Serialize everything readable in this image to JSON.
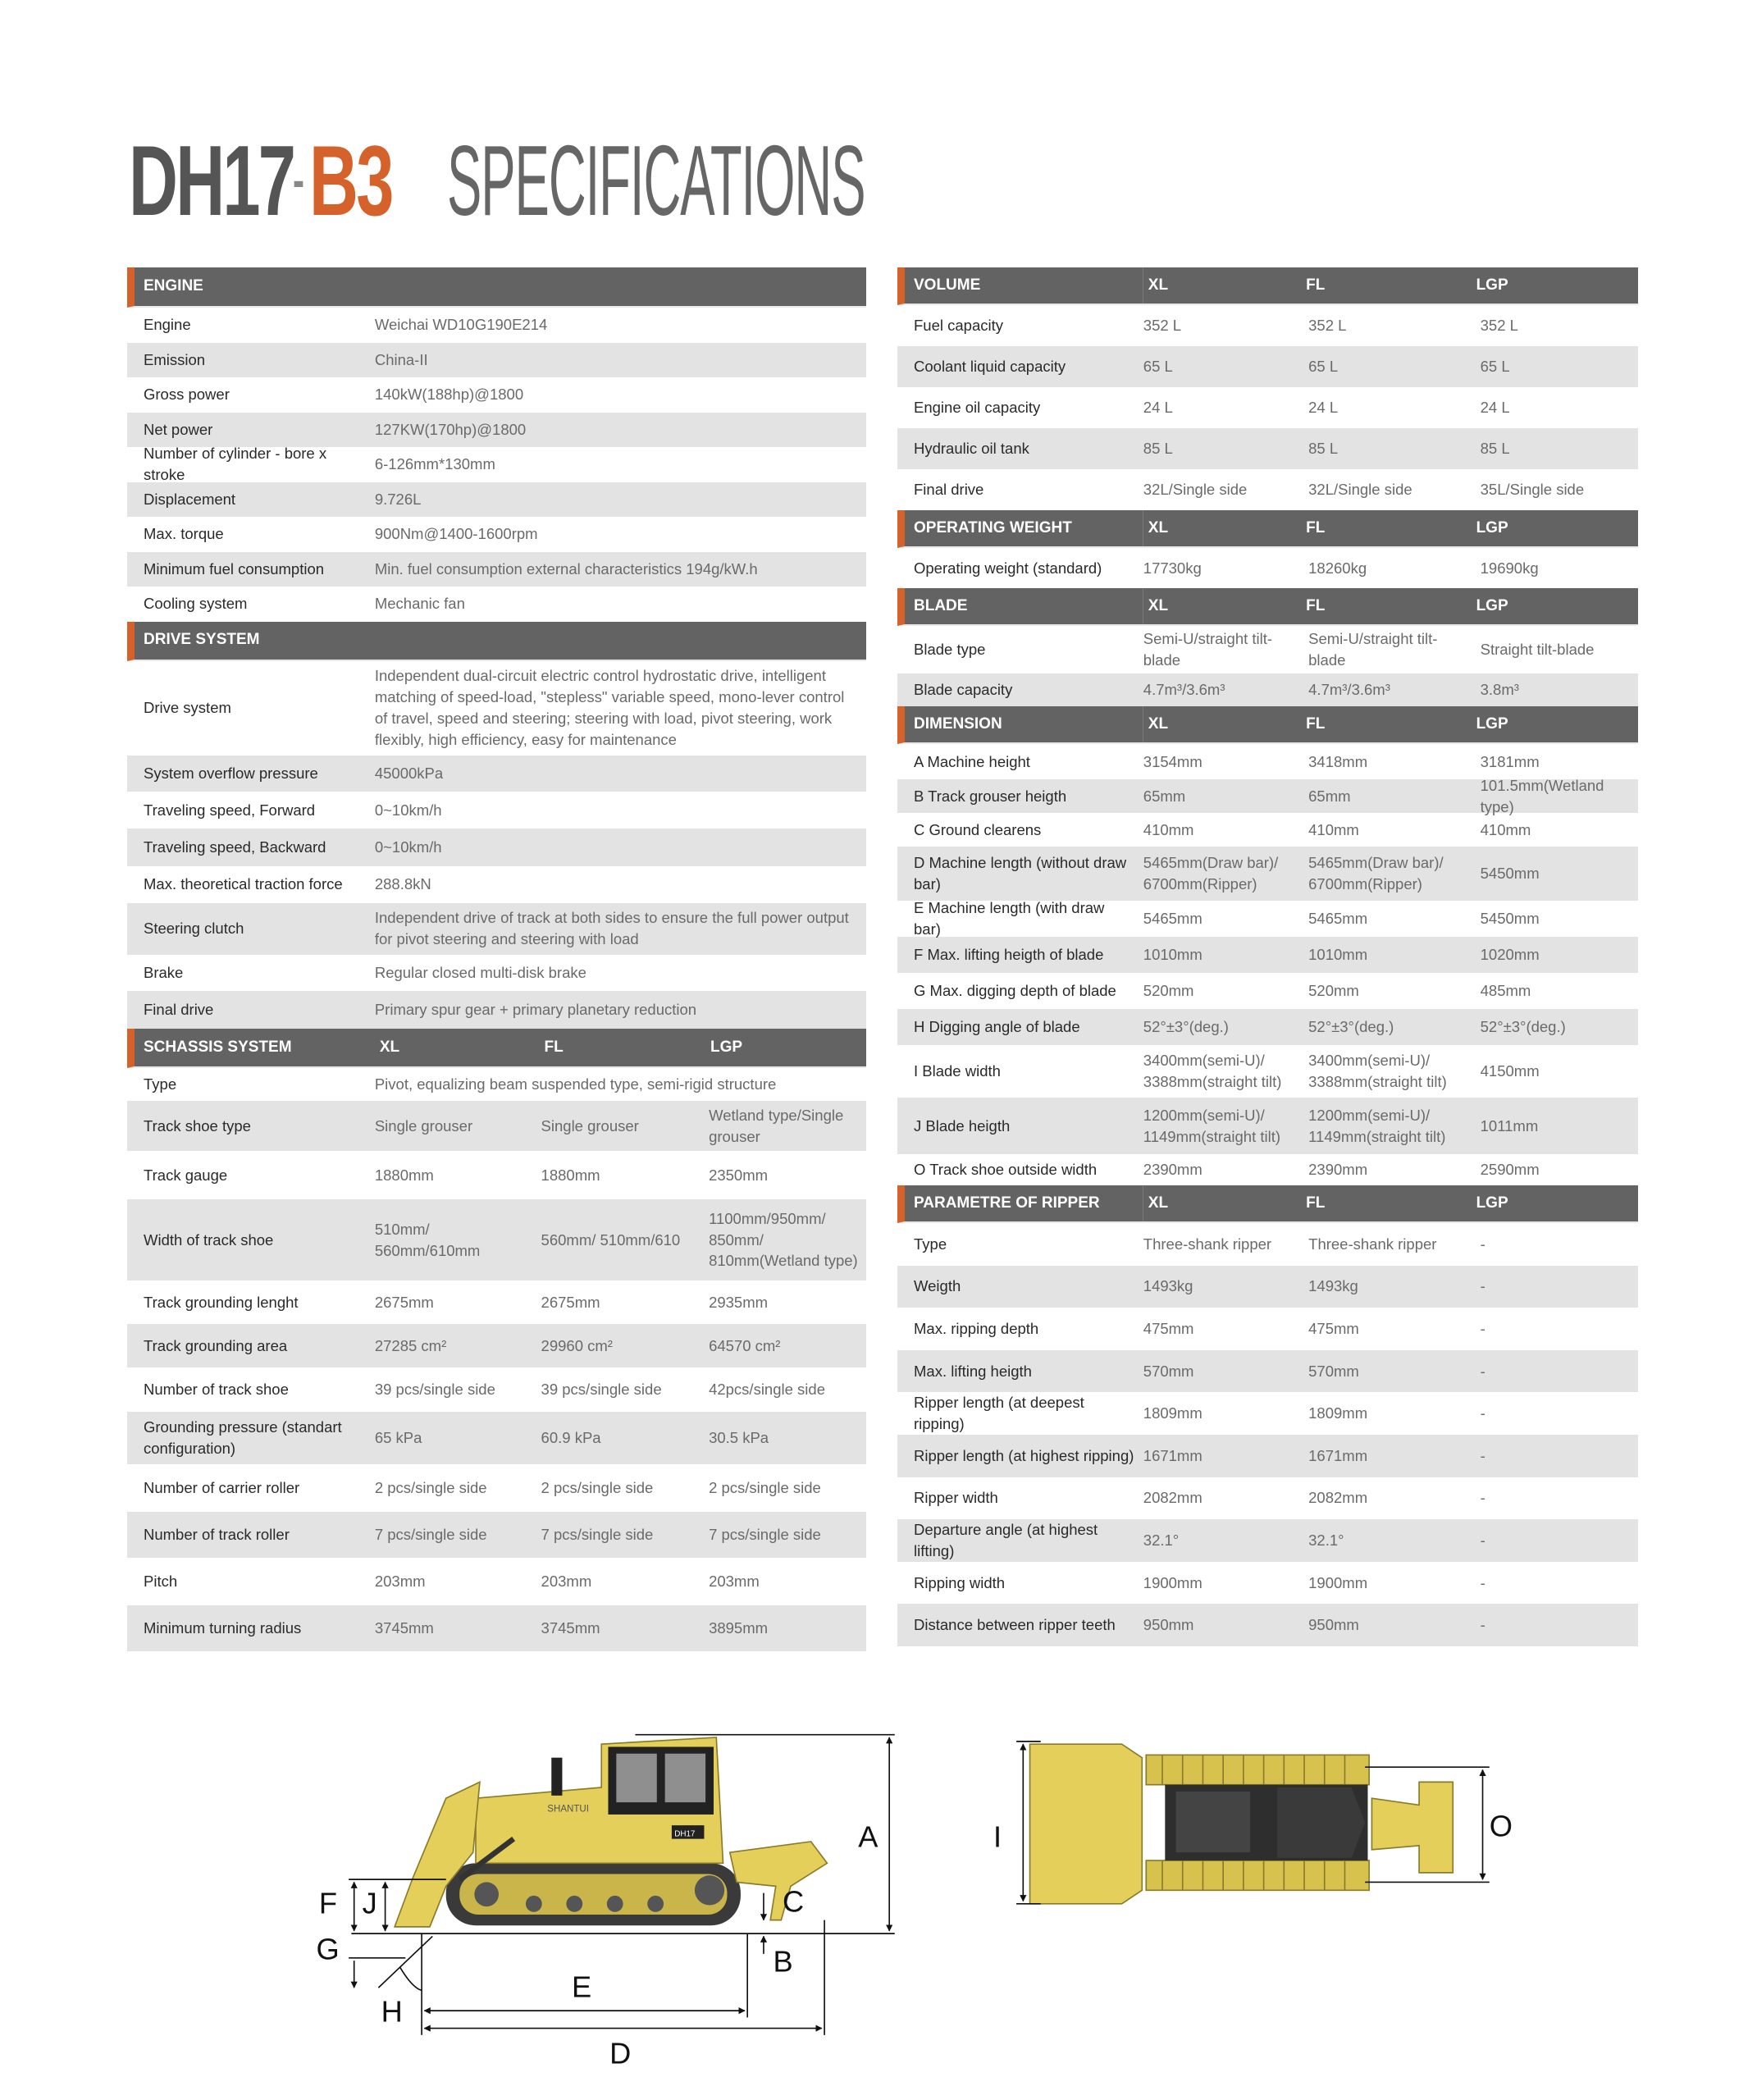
{
  "title": {
    "model": "DH17",
    "dash": "-",
    "variant": "B3",
    "word": "SPECIFICATIONS"
  },
  "left_table": [
    {
      "header": {
        "title": "ENGINE",
        "cols": []
      },
      "rows": [
        {
          "label": "Engine",
          "value": "Weichai  WD10G190E214"
        },
        {
          "label": "Emission",
          "value": "China-II"
        },
        {
          "label": "Gross power",
          "value": "140kW(188hp)@1800"
        },
        {
          "label": "Net power",
          "value": "127KW(170hp)@1800"
        },
        {
          "label": "Number of cylinder - bore x stroke",
          "value": "6-126mm*130mm"
        },
        {
          "label": "Displacement",
          "value": "9.726L"
        },
        {
          "label": "Max. torque",
          "value": "900Nm@1400-1600rpm"
        },
        {
          "label": "Minimum fuel consumption",
          "value": "Min. fuel consumption external characteristics  194g/kW.h"
        },
        {
          "label": "Cooling system",
          "value": "Mechanic fan"
        }
      ]
    },
    {
      "header": {
        "title": "DRIVE SYSTEM",
        "cols": []
      },
      "rows": [
        {
          "label": "Drive system",
          "value": "Independent dual-circuit electric control hydrostatic drive, intelligent matching of speed-load, \"stepless\" variable speed, mono-lever control of travel, speed and steering; steering with load, pivot steering, work flexibly, high efficiency, easy for maintenance"
        },
        {
          "label": "System overflow pressure",
          "value": "45000kPa"
        },
        {
          "label": "Traveling speed, Forward",
          "value": "0~10km/h"
        },
        {
          "label": "Traveling speed, Backward",
          "value": "0~10km/h"
        },
        {
          "label": "Max. theoretical traction force",
          "value": "288.8kN"
        },
        {
          "label": "Steering clutch",
          "value": "Independent drive of track at both sides to ensure the full power output for pivot steering and steering with load"
        },
        {
          "label": "Brake",
          "value": "Regular closed multi-disk brake"
        },
        {
          "label": "Final drive",
          "value": "Primary spur gear + primary planetary reduction"
        }
      ]
    },
    {
      "header": {
        "title": "SCHASSIS SYSTEM",
        "cols": [
          "XL",
          "FL",
          "LGP"
        ]
      },
      "rows": [
        {
          "label": "Type",
          "value": "Pivot, equalizing beam suspended type, semi-rigid structure"
        },
        {
          "label": "Track shoe type",
          "values": [
            "Single grouser",
            "Single grouser",
            "Wetland type/Single grouser"
          ]
        },
        {
          "label": "Track gauge",
          "values": [
            "1880mm",
            "1880mm",
            "2350mm"
          ]
        },
        {
          "label": "Width of track shoe",
          "values": [
            "510mm/ 560mm/610mm",
            "560mm/ 510mm/610",
            "1100mm/950mm/ 850mm/ 810mm(Wetland type)"
          ]
        },
        {
          "label": "Track grounding lenght",
          "values": [
            "2675mm",
            "2675mm",
            "2935mm"
          ]
        },
        {
          "label": "Track grounding area",
          "values": [
            "27285 cm²",
            "29960 cm²",
            "64570 cm²"
          ]
        },
        {
          "label": "Number of track shoe",
          "values": [
            "39 pcs/single side",
            "39 pcs/single side",
            "42pcs/single side"
          ]
        },
        {
          "label": "Grounding pressure (standart configuration)",
          "values": [
            "65 kPa",
            "60.9 kPa",
            "30.5 kPa"
          ]
        },
        {
          "label": "Number of carrier roller",
          "values": [
            "2 pcs/single side",
            "2 pcs/single side",
            "2 pcs/single side"
          ]
        },
        {
          "label": "Number of track roller",
          "values": [
            "7 pcs/single side",
            "7 pcs/single side",
            "7 pcs/single side"
          ]
        },
        {
          "label": "Pitch",
          "values": [
            "203mm",
            "203mm",
            "203mm"
          ]
        },
        {
          "label": "Minimum turning radius",
          "values": [
            "3745mm",
            "3745mm",
            "3895mm"
          ]
        }
      ]
    }
  ],
  "right_table": [
    {
      "header": {
        "title": "VOLUME",
        "cols": [
          "XL",
          "FL",
          "LGP"
        ]
      },
      "rows": [
        {
          "label": "Fuel capacity",
          "values": [
            "352 L",
            "352 L",
            "352 L"
          ]
        },
        {
          "label": "Coolant liquid capacity",
          "values": [
            "65 L",
            "65 L",
            "65 L"
          ]
        },
        {
          "label": "Engine oil capacity",
          "values": [
            "24 L",
            "24 L",
            "24 L"
          ]
        },
        {
          "label": "Hydraulic oil tank",
          "values": [
            "85 L",
            "85 L",
            "85 L"
          ]
        },
        {
          "label": "Final drive",
          "values": [
            "32L/Single side",
            "32L/Single side",
            "35L/Single side"
          ]
        }
      ]
    },
    {
      "header": {
        "title": "OPERATING WEIGHT",
        "cols": [
          "XL",
          "FL",
          "LGP"
        ]
      },
      "rows": [
        {
          "label": "Operating weight (standard)",
          "values": [
            "17730kg",
            "18260kg",
            "19690kg"
          ]
        }
      ]
    },
    {
      "header": {
        "title": "BLADE",
        "cols": [
          "XL",
          "FL",
          "LGP"
        ]
      },
      "rows": [
        {
          "label": "Blade type",
          "values": [
            "Semi-U/straight tilt-blade",
            "Semi-U/straight tilt-blade",
            "Straight tilt-blade"
          ]
        },
        {
          "label": "Blade capacity",
          "values": [
            "4.7m³/3.6m³",
            "4.7m³/3.6m³",
            "3.8m³"
          ]
        }
      ]
    },
    {
      "header": {
        "title": "DIMENSION",
        "cols": [
          "XL",
          "FL",
          "LGP"
        ]
      },
      "rows": [
        {
          "label": "A Machine height",
          "values": [
            "3154mm",
            "3418mm",
            "3181mm"
          ]
        },
        {
          "label": "B Track grouser heigth",
          "values": [
            "65mm",
            "65mm",
            "101.5mm(Wetland type)"
          ]
        },
        {
          "label": "C Ground clearens",
          "values": [
            "410mm",
            "410mm",
            "410mm"
          ]
        },
        {
          "label": "D Machine length (without draw bar)",
          "values": [
            "5465mm(Draw bar)/ 6700mm(Ripper)",
            "5465mm(Draw bar)/ 6700mm(Ripper)",
            "5450mm"
          ]
        },
        {
          "label": "E Machine length (with draw bar)",
          "values": [
            "5465mm",
            "5465mm",
            "5450mm"
          ]
        },
        {
          "label": "F Max. lifting heigth of blade",
          "values": [
            "1010mm",
            "1010mm",
            "1020mm"
          ]
        },
        {
          "label": "G Max. digging depth of blade",
          "values": [
            "520mm",
            "520mm",
            "485mm"
          ]
        },
        {
          "label": "H Digging angle of blade",
          "values": [
            "52°±3°(deg.)",
            "52°±3°(deg.)",
            "52°±3°(deg.)"
          ]
        },
        {
          "label": "I Blade width",
          "values": [
            "3400mm(semi-U)/ 3388mm(straight tilt)",
            "3400mm(semi-U)/ 3388mm(straight tilt)",
            "4150mm"
          ]
        },
        {
          "label": "J Blade heigth",
          "values": [
            "1200mm(semi-U)/ 1149mm(straight tilt)",
            "1200mm(semi-U)/ 1149mm(straight tilt)",
            "1011mm"
          ]
        },
        {
          "label": "O Track shoe outside width",
          "values": [
            "2390mm",
            "2390mm",
            "2590mm"
          ]
        }
      ]
    },
    {
      "header": {
        "title": "PARAMETRE OF RIPPER",
        "cols": [
          "XL",
          "FL",
          "LGP"
        ]
      },
      "rows": [
        {
          "label": "Type",
          "values": [
            "Three-shank ripper",
            "Three-shank ripper",
            "-"
          ]
        },
        {
          "label": "Weigth",
          "values": [
            "1493kg",
            "1493kg",
            "-"
          ]
        },
        {
          "label": "Max. ripping depth",
          "values": [
            "475mm",
            "475mm",
            "-"
          ]
        },
        {
          "label": "Max. lifting heigth",
          "values": [
            "570mm",
            "570mm",
            "-"
          ]
        },
        {
          "label": "Ripper length (at deepest ripping)",
          "values": [
            "1809mm",
            "1809mm",
            "-"
          ]
        },
        {
          "label": "Ripper length (at highest ripping)",
          "values": [
            "1671mm",
            "1671mm",
            "-"
          ]
        },
        {
          "label": "Ripper width",
          "values": [
            "2082mm",
            "2082mm",
            "-"
          ]
        },
        {
          "label": "Departure angle (at highest lifting)",
          "values": [
            "32.1°",
            "32.1°",
            "-"
          ]
        },
        {
          "label": "Ripping width",
          "values": [
            "1900mm",
            "1900mm",
            "-"
          ]
        },
        {
          "label": "Distance between ripper teeth",
          "values": [
            "950mm",
            "950mm",
            "-"
          ]
        }
      ]
    }
  ],
  "diagram": {
    "side_labels": {
      "A": "A",
      "B": "B",
      "C": "C",
      "D": "D",
      "E": "E",
      "F": "F",
      "G": "G",
      "H": "H",
      "J": "J"
    },
    "top_labels": {
      "I": "I",
      "O": "O"
    },
    "machine_text": {
      "brand": "SHANTUI",
      "badge": "DH17"
    },
    "colors": {
      "machine_yellow": "#e3cf5a",
      "accent_orange": "#d4622a",
      "header_gray": "#636363"
    }
  }
}
